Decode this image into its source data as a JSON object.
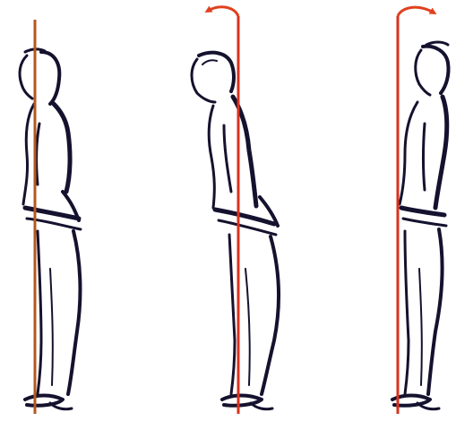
{
  "colors": {
    "background": "#ffffff",
    "ink": "#14122e",
    "ink_accent": "#3a2f8a",
    "plumb_line_neutral": "#b5571f",
    "plumb_line_deviation": "#d9321f",
    "rotation_arrow": "#e0401f"
  },
  "figures": [
    {
      "posture": "neutral",
      "plumb_line": true,
      "rotation_arrow": "none"
    },
    {
      "posture": "forward-lean",
      "plumb_line": true,
      "rotation_arrow": "counter-clockwise"
    },
    {
      "posture": "backward-lean",
      "plumb_line": true,
      "rotation_arrow": "clockwise"
    }
  ]
}
